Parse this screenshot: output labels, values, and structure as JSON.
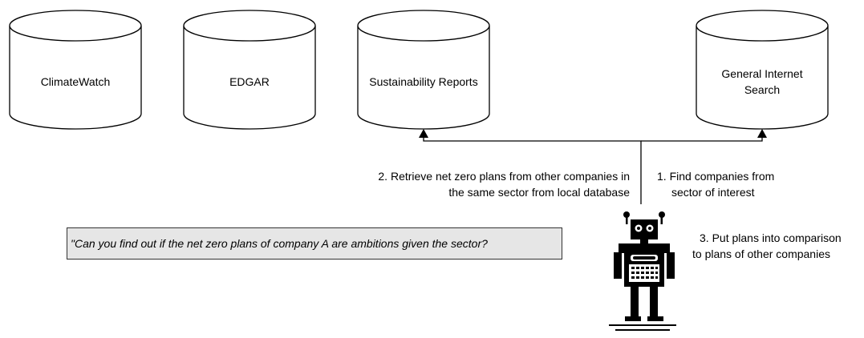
{
  "databases": [
    {
      "name": "ClimateWatch"
    },
    {
      "name": "EDGAR"
    },
    {
      "name": "Sustainability Reports"
    },
    {
      "name": "General Internet Search",
      "lines": [
        "General Internet",
        "Search"
      ]
    }
  ],
  "steps": {
    "step1": {
      "lines": [
        "1. Find companies from",
        "sector of interest"
      ]
    },
    "step2": {
      "lines": [
        "2. Retrieve net zero plans from other companies in",
        "the same sector from local database"
      ]
    },
    "step3": {
      "lines": [
        "3. Put plans into comparison",
        "to plans of other companies"
      ]
    }
  },
  "query": {
    "text": "\"Can you find out if the net zero plans of company A are ambitions given the sector?"
  },
  "colors": {
    "stroke": "#000000",
    "query_fill": "#e6e6e6",
    "robot": "#000000"
  },
  "icons": {
    "agent": "robot-icon"
  }
}
